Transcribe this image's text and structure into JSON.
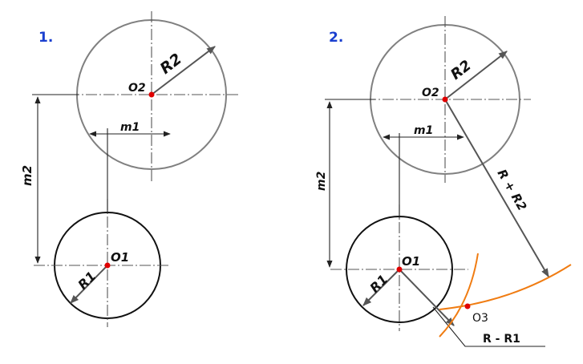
{
  "colors": {
    "step_label": "#1a3fcf",
    "center_point": "#e00000",
    "arc": "#f07c12",
    "circle_large": "#808080",
    "circle_small": "#111111"
  },
  "panel1": {
    "step": "1.",
    "o2": "O2",
    "o1": "O1",
    "r2": "R2",
    "r1": "R1",
    "m1": "m1",
    "m2": "m2"
  },
  "panel2": {
    "step": "2.",
    "o2": "O2",
    "o1": "O1",
    "o3": "O3",
    "r2": "R2",
    "r1": "R1",
    "m1": "m1",
    "m2": "m2",
    "r_plus_r2": "R + R2",
    "r_minus_r1": "R - R1"
  }
}
